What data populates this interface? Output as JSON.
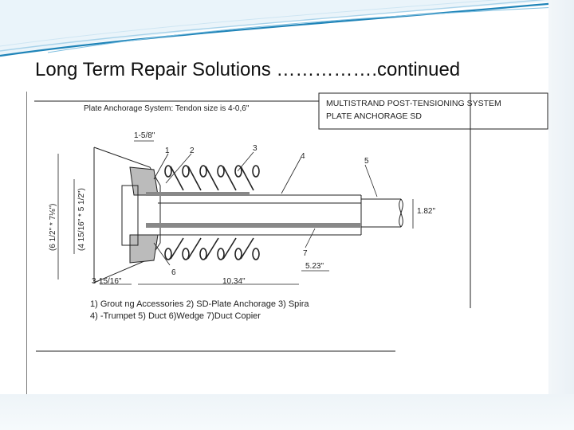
{
  "slide": {
    "title": "Long Term Repair Solutions …………….continued"
  },
  "drawing": {
    "header_left": "Plate Anchorage System: Tendon size is 4-0,6\"",
    "header_right_line1": "MULTISTRAND POST-TENSIONING SYSTEM",
    "header_right_line2": "PLATE ANCHORAGE SD",
    "callouts": [
      "1",
      "2",
      "3",
      "4",
      "5",
      "6",
      "7"
    ],
    "dim_top": "1-5/8\"",
    "dim_outer_vertical": "(6 1/2\" * 7⅛\")",
    "dim_inner_vertical": "(4 15/16\" * 5 1/2\")",
    "dim_bottom_left": "3-15/16\"",
    "dim_bottom_mid": "10.34\"",
    "dim_bottom_right": "5.23\"",
    "dim_right_diameter": "1.82\"",
    "legend_line1": "1) Grout ng Accessories     2) SD-Plate Anchorage   3) Spira",
    "legend_line2": "4) -Trumpet   5) Duct 6)Wedge  7)Duct Copier"
  },
  "colors": {
    "swoosh_dark": "#1f84b8",
    "swoosh_light": "#a9d3ea",
    "line": "#222222"
  }
}
